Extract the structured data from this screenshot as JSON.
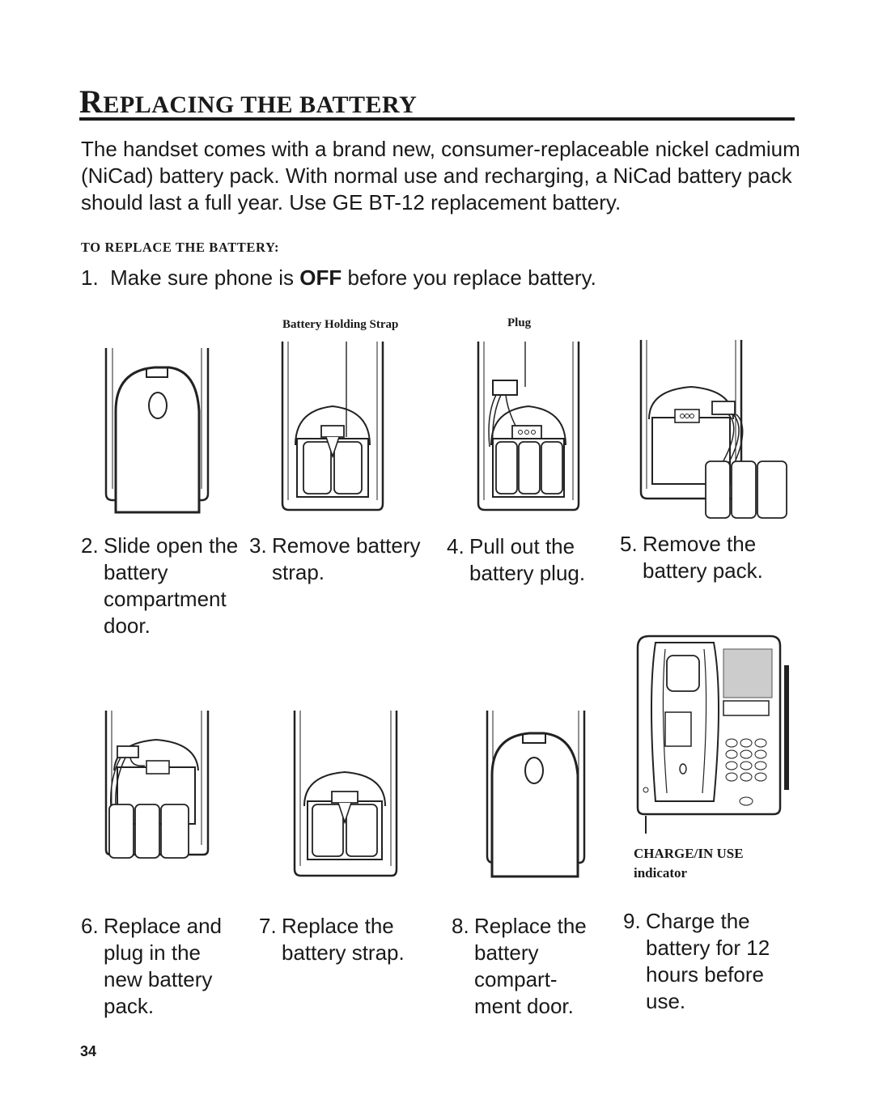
{
  "title": {
    "first_letter": "R",
    "rest": "EPLACING THE BATTERY"
  },
  "intro": "The handset comes with a brand new, consumer-replaceable nickel cadmium (NiCad) battery pack. With normal use and recharging, a NiCad battery pack should last a full year. Use GE BT-12 replacement battery.",
  "subheading": "TO REPLACE THE BATTERY:",
  "step1": {
    "number": "1.",
    "before": "Make sure phone is",
    "emphasis": "OFF",
    "after": "before you replace battery."
  },
  "callouts": {
    "strap": "Battery Holding Strap",
    "plug": "Plug",
    "charge_line1": "CHARGE/IN USE",
    "charge_line2": "indicator"
  },
  "steps": [
    {
      "number": "2.",
      "text": "Slide open the battery compartment door."
    },
    {
      "number": "3.",
      "text": "Remove battery strap."
    },
    {
      "number": "4.",
      "text": "Pull out the battery plug."
    },
    {
      "number": "5.",
      "text": "Remove the battery pack."
    },
    {
      "number": "6.",
      "text": "Replace and plug in the new battery pack."
    },
    {
      "number": "7.",
      "text": "Replace the battery strap."
    },
    {
      "number": "8.",
      "text": "Replace the battery compart- ment door."
    },
    {
      "number": "9.",
      "text": "Charge the battery for 12 hours before use."
    }
  ],
  "page_number": "34"
}
